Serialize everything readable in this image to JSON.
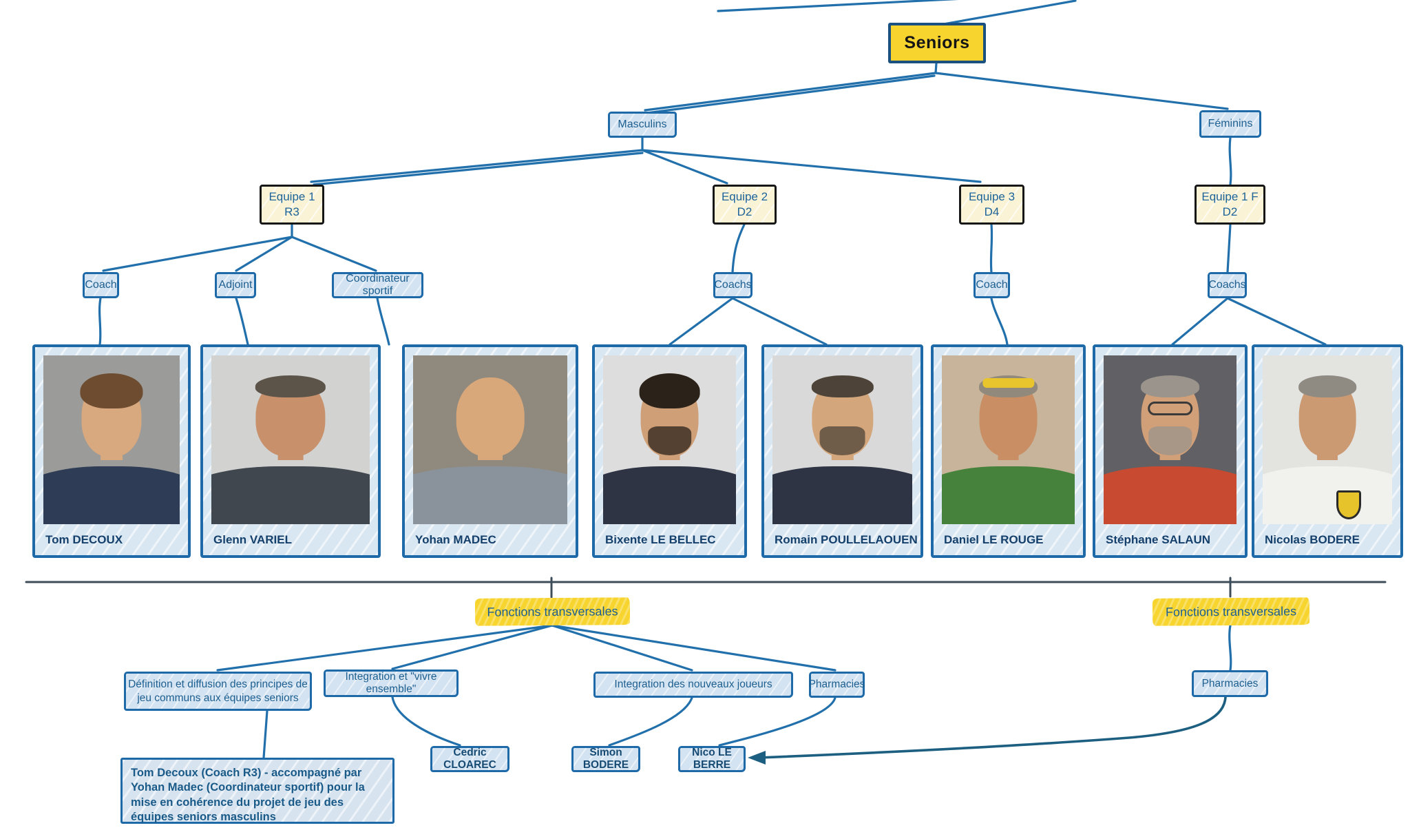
{
  "diagram": {
    "root": {
      "label": "Seniors"
    },
    "groups": [
      {
        "id": "masculins",
        "label": "Masculins"
      },
      {
        "id": "feminins",
        "label": "Féminins"
      }
    ],
    "teams": [
      {
        "id": "equipe-1",
        "name": "Equipe 1",
        "division": "R3"
      },
      {
        "id": "equipe-2",
        "name": "Equipe 2",
        "division": "D2"
      },
      {
        "id": "equipe-3",
        "name": "Equipe 3",
        "division": "D4"
      },
      {
        "id": "equipe-1-f",
        "name": "Equipe 1 F",
        "division": "D2"
      }
    ],
    "roles": [
      {
        "id": "coach-equipe-1",
        "label": "Coach"
      },
      {
        "id": "adjoint-equipe-1",
        "label": "Adjoint"
      },
      {
        "id": "coordinateur-sportif",
        "label": "Coordinateur sportif"
      },
      {
        "id": "coachs-equipe-2",
        "label": "Coachs"
      },
      {
        "id": "coach-equipe-3",
        "label": "Coach"
      },
      {
        "id": "coachs-equipe-1-f",
        "label": "Coachs"
      }
    ],
    "people": [
      {
        "name": "Tom DECOUX",
        "portrait": {
          "bg": "#9b9b99",
          "shirt": "#2e3d55",
          "skin": "#d8a87e",
          "hair": "#6d4c30",
          "features": []
        }
      },
      {
        "name": "Glenn VARIEL",
        "portrait": {
          "bg": "#d2d3d1",
          "shirt": "#41474f",
          "skin": "#c8916c",
          "hair": "#5c5349",
          "features": [
            "shorthair"
          ]
        }
      },
      {
        "name": "Yohan MADEC",
        "portrait": {
          "bg": "#90897d",
          "shirt": "#8a939c",
          "skin": "#d9a87a",
          "hair": "",
          "features": [
            "bald"
          ]
        }
      },
      {
        "name": "Bixente LE BELLEC",
        "portrait": {
          "bg": "#dddddd",
          "shirt": "#2f3445",
          "skin": "#cfa078",
          "hair": "#2b2219",
          "features": [
            "beard"
          ]
        }
      },
      {
        "name": "Romain POULLELAOUEN",
        "portrait": {
          "bg": "#d9d9d9",
          "shirt": "#2f3445",
          "skin": "#d4a67c",
          "hair": "#4d4338",
          "features": [
            "beard",
            "shorthair"
          ]
        }
      },
      {
        "name": "Daniel LE ROUGE",
        "portrait": {
          "bg": "#c7b49b",
          "shirt": "#47823d",
          "skin": "#c98e63",
          "hair": "#918a7c",
          "features": [
            "shorthair",
            "sunhead"
          ]
        }
      },
      {
        "name": "Stéphane SALAUN",
        "portrait": {
          "bg": "#606065",
          "shirt": "#c84a30",
          "skin": "#d2a078",
          "hair": "#9a948c",
          "features": [
            "beard",
            "glasses",
            "shorthair"
          ]
        }
      },
      {
        "name": "Nicolas BODERE",
        "portrait": {
          "bg": "#e3e3e0",
          "shirt": "#f1f1ee",
          "skin": "#cc9a72",
          "hair": "#8f8a82",
          "features": [
            "shorthair",
            "crest"
          ]
        }
      }
    ],
    "transversal": {
      "left": {
        "title": "Fonctions transversales",
        "functions": [
          {
            "label": "Définition et diffusion des principes de jeu communs aux équipes seniors"
          },
          {
            "label": "Integration et \"vivre ensemble\""
          },
          {
            "label": "Integration des nouveaux joueurs"
          },
          {
            "label": "Pharmacies"
          }
        ],
        "assignees": [
          {
            "label": "Cedric CLOAREC"
          },
          {
            "label": "Simon BODERE"
          },
          {
            "label": "Nico LE BERRE"
          }
        ],
        "note": "Tom Decoux (Coach R3) - accompagné par Yohan Madec (Coordinateur sportif) pour la mise en cohérence du projet de jeu des équipes seniors masculins"
      },
      "right": {
        "title": "Fonctions transversales",
        "functions": [
          {
            "label": "Pharmacies"
          }
        ]
      }
    }
  },
  "colors": {
    "tree_line": "#2270ab",
    "divider_line": "#3d4c59",
    "arrow_line": "#1d5f80",
    "node_fill": "#d3e3f1",
    "node_border": "#1e6aa8",
    "node_text": "#1d5f90",
    "team_fill": "#fbf3d6",
    "team_border": "#161616",
    "root_fill": "#f7d42e",
    "highlight_yellow": "#f7d42e",
    "name_text": "#15406b"
  }
}
